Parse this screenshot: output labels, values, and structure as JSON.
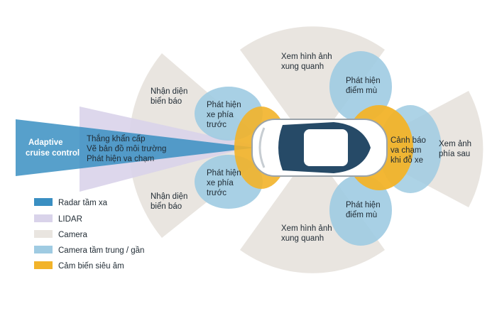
{
  "colors": {
    "radar": "#3a8fc2",
    "lidar": "#d9d3ea",
    "camera": "#e9e5e0",
    "camera_mid": "#9fcbe2",
    "ultrasonic": "#f2b329"
  },
  "zones": {
    "adaptive_cruise": [
      "Adaptive",
      "cruise control"
    ],
    "lidar_list": [
      "Thắng khẩn cấp",
      "Vẽ bản đồ môi trường",
      "Phát hiện va chạm"
    ],
    "sign_top": [
      "Nhận diện",
      "biển báo"
    ],
    "sign_bottom": [
      "Nhận diện",
      "biển báo"
    ],
    "front_top": [
      "Phát hiện",
      "xe phía",
      "trước"
    ],
    "front_bottom": [
      "Phát hiện",
      "xe phía",
      "trước"
    ],
    "surround_top": [
      "Xem hình ảnh",
      "xung quanh"
    ],
    "surround_bottom": [
      "Xem hình ảnh",
      "xung quanh"
    ],
    "blind_top": [
      "Phát hiện",
      "điểm mù"
    ],
    "blind_bottom": [
      "Phát hiện",
      "điểm mù"
    ],
    "parking": [
      "Cảnh báo",
      "va chạm",
      "khi đỗ xe"
    ],
    "rear_view": [
      "Xem ảnh",
      "phía sau"
    ]
  },
  "legend": [
    {
      "label": "Radar tầm xa",
      "color": "#3a8fc2"
    },
    {
      "label": "LIDAR",
      "color": "#d9d3ea"
    },
    {
      "label": "Camera",
      "color": "#e9e5e0"
    },
    {
      "label": "Camera tầm trung / gần",
      "color": "#9fcbe2"
    },
    {
      "label": "Cảm biến siêu âm",
      "color": "#f2b329"
    }
  ]
}
